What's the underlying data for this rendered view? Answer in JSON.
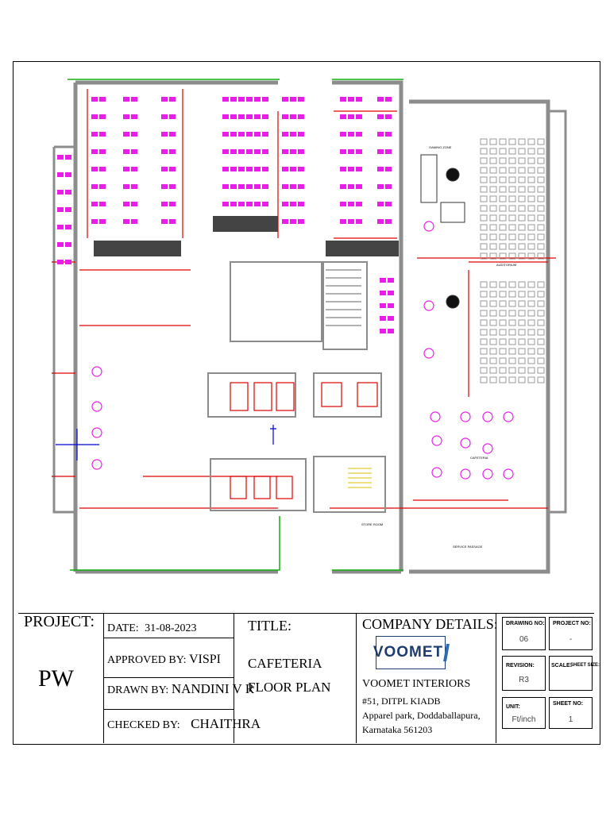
{
  "project": {
    "label": "PROJECT:",
    "value": "PW"
  },
  "date": {
    "label": "DATE:",
    "value": "31-08-2023"
  },
  "approved_by": {
    "label": "APPROVED BY:",
    "value": "VISPI"
  },
  "drawn_by": {
    "label": "DRAWN BY:",
    "value": "NANDINI V R"
  },
  "checked_by": {
    "label": "CHECKED BY:",
    "value": "CHAITHRA"
  },
  "title": {
    "label": "TITLE:",
    "line1": "CAFETERIA",
    "line2": "FLOOR PLAN"
  },
  "company": {
    "label": "COMPANY  DETAILS:",
    "logo_text": "VOOMET",
    "name": "VOOMET INTERIORS",
    "address1": "#51, DITPL KIADB",
    "address2": "Apparel park, Doddaballapura,",
    "address3": "Karnataka 561203"
  },
  "sheet_info": {
    "drawing_no_label": "DRAWING NO:",
    "drawing_no": "06",
    "project_no_label": "PROJECT NO:",
    "project_no": "-",
    "revision_label": "REVISION:",
    "revision": "R3",
    "scale_label": "SCALE:",
    "sheet_size_label": "SHEET SIZE:",
    "unit_label": "UNIT:",
    "unit": "Ft/inch",
    "sheet_no_label": "SHEET NO:",
    "sheet_no": "1"
  },
  "plan_labels": {
    "cafeteria": "CAFETERIA",
    "store_room": "STORE ROOM",
    "service_passage": "SERVICE PASSAGE",
    "auditorium": "AUDITORIUM",
    "gaming_zone": "GAMING ZONE"
  },
  "colors": {
    "desk": "#e81ee8",
    "wall": "#8c8c8c",
    "red_line": "#e00000",
    "green": "#10b010",
    "blue": "#0000d8",
    "dark": "#303030"
  }
}
